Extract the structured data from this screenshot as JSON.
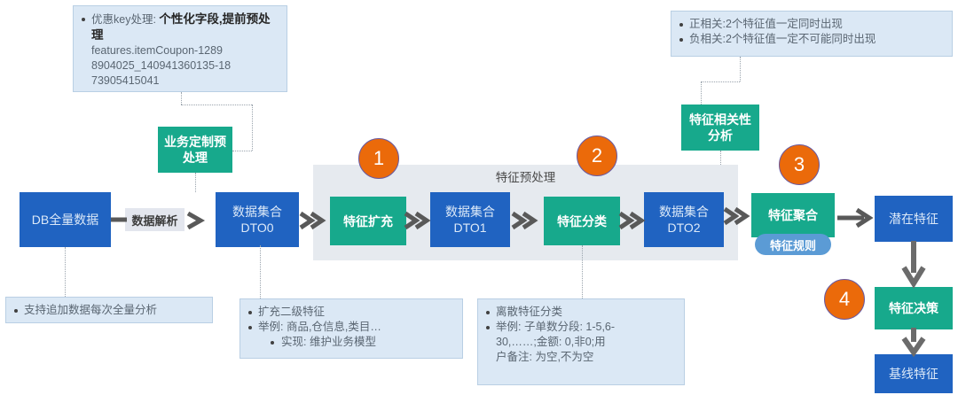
{
  "diagram": {
    "title": "特征预处理",
    "colors": {
      "blue": "#2063c1",
      "teal": "#17a98c",
      "orange": "#eb6a0a",
      "panel": "#e6eaef",
      "note_bg": "#dbe8f5",
      "pill": "#5b9bd5"
    }
  },
  "notes": {
    "coupon": {
      "line1_label": "优惠key处理:",
      "line1_strong": "个性化字段,提前预处理",
      "line2": "features.itemCoupon-1289",
      "line3": "8904025_140941360135-18",
      "line4": "73905415041"
    },
    "correlation": {
      "item1": "正相关:2个特征值一定同时出现",
      "item2": "负相关:2个特征值一定不可能同时出现"
    },
    "db": {
      "item1": "支持追加数据每次全量分析"
    },
    "expand": {
      "item1": "扩充二级特征",
      "item2": "举例: 商品,仓信息,类目…",
      "item3": "实现: 维护业务模型"
    },
    "classify": {
      "item1": "离散特征分类",
      "item2": "举例: 子单数分段: 1-5,6-",
      "item3": "30,……;金额: 0,非0;用",
      "item4": "户备注: 为空,不为空"
    }
  },
  "nodes": {
    "db_full_data": "DB全量数据",
    "data_parse": "数据解析",
    "dataset0_l1": "数据集合",
    "dataset0_l2": "DTO0",
    "business_custom_pre_l1": "业务定制预",
    "business_custom_pre_l2": "处理",
    "feature_expand": "特征扩充",
    "dataset1_l1": "数据集合",
    "dataset1_l2": "DTO1",
    "feature_classify": "特征分类",
    "dataset2_l1": "数据集合",
    "dataset2_l2": "DTO2",
    "feature_correlation_l1": "特征相关性",
    "feature_correlation_l2": "分析",
    "feature_aggregate": "特征聚合",
    "feature_rule": "特征规则",
    "latent_feature": "潜在特征",
    "feature_decision": "特征决策",
    "baseline_feature": "基线特征"
  },
  "badges": {
    "step1": "1",
    "step2": "2",
    "step3": "3",
    "step4": "4"
  }
}
